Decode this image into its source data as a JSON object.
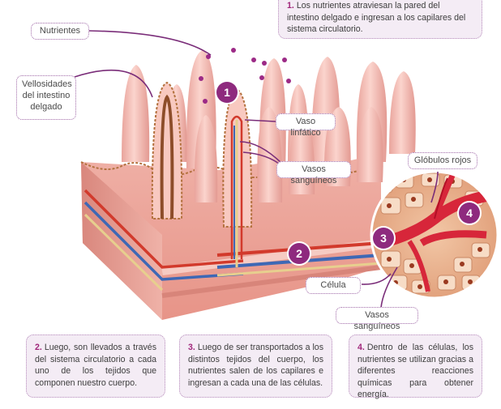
{
  "colors": {
    "accent": "#a0267a",
    "bubble": "#8e2a7e",
    "callout_border": "#a06aa8",
    "info_bg": "#f4ecf5",
    "tissue": "#f2b9b2",
    "vein": "#3e68b5",
    "artery": "#d23a2c",
    "lymph": "#e7cf8e"
  },
  "top_info": {
    "number": "1.",
    "text": "Los nutrientes atraviesan la pared del intestino delgado e ingresan a los capilares del sistema circulatorio."
  },
  "labels": {
    "nutrientes": "Nutrientes",
    "vellosidades": "Vellosidades del intestino delgado",
    "vaso_linfatico": "Vaso linfático",
    "vasos_sanguineos_1": "Vasos sanguíneos",
    "globulos_rojos": "Glóbulos rojos",
    "celula": "Célula",
    "vasos_sanguineos_2": "Vasos sanguíneos"
  },
  "markers": [
    "1",
    "2",
    "3",
    "4"
  ],
  "bottom_info": [
    {
      "number": "2.",
      "text": "Luego, son llevados a través del sistema circulatorio a cada uno de los tejidos que componen nuestro cuerpo."
    },
    {
      "number": "3.",
      "text": "Luego de ser transportados a los distintos tejidos del cuerpo, los nutrientes salen de los capilares e ingresan a cada una de las células."
    },
    {
      "number": "4.",
      "text": "Dentro de las células, los nutrientes se utilizan gracias a diferentes reacciones químicas para obtener energía."
    }
  ]
}
